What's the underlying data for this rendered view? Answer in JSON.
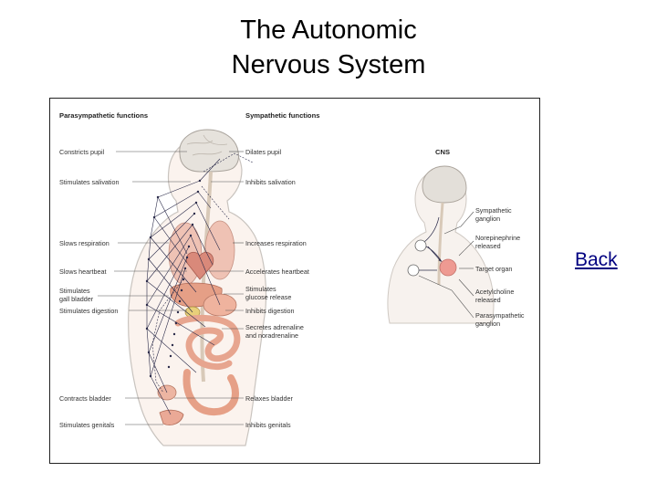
{
  "title": {
    "line1": "The Autonomic",
    "line2": "Nervous System"
  },
  "figure": {
    "headers": {
      "parasympathetic": "Parasympathetic functions",
      "sympathetic": "Sympathetic functions",
      "cns": "CNS"
    },
    "parasympathetic_labels": [
      "Constricts pupil",
      "Stimulates salivation",
      "Slows respiration",
      "Slows heartbeat",
      "Stimulates",
      "gall bladder",
      "Stimulates digestion",
      "Contracts bladder",
      "Stimulates genitals"
    ],
    "sympathetic_labels": [
      "Dilates pupil",
      "Inhibits salivation",
      "Increases respiration",
      "Accelerates heartbeat",
      "Stimulates",
      "glucose release",
      "Inhibits digestion",
      "Secretes adrenaline",
      "and noradrenaline",
      "Relaxes bladder",
      "Inhibits genitals"
    ],
    "inset_labels": [
      "Sympathetic",
      "ganglion",
      "Norepinephrine",
      "released",
      "Target organ",
      "Acetylcholine",
      "released",
      "Parasympathetic",
      "ganglion"
    ],
    "colors": {
      "organ": "#e9a893",
      "target_organ": "#ee9a92",
      "nerve_line": "#2b2b4a",
      "body_outline": "#c9c4bf"
    }
  },
  "back_link": {
    "label": "Back"
  }
}
